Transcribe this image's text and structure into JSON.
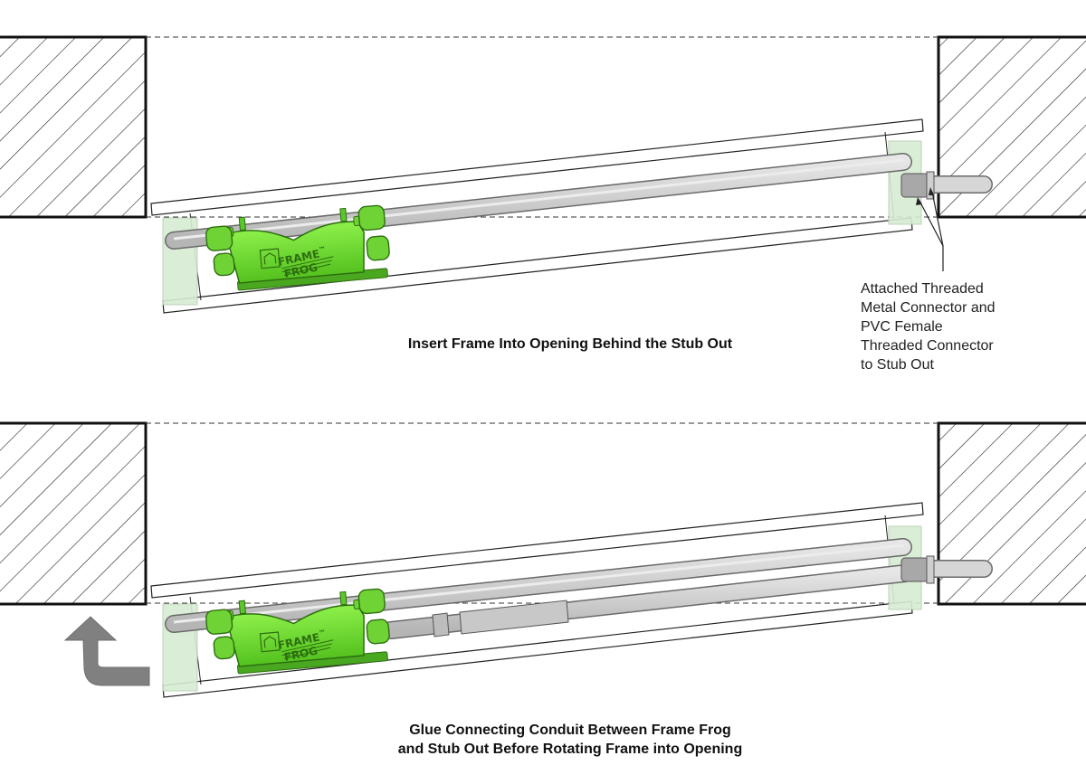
{
  "captions": {
    "step1": "Insert Frame Into Opening Behind the Stub Out",
    "step2_line1": "Glue Connecting Conduit Between Frame Frog",
    "step2_line2": "and Stub Out Before Rotating Frame into Opening"
  },
  "callout": {
    "lines": [
      "Attached Threaded",
      "Metal Connector and",
      "PVC Female",
      "Threaded Connector",
      "to Stub Out"
    ]
  },
  "logo": {
    "word1": "FRAME",
    "word2": "FROG",
    "trademark": "™"
  },
  "colors": {
    "frog_green": "#7be03a",
    "frog_dark": "#3f9a1c",
    "conduit": "#cfcfcf",
    "bracket": "#d7ecd2",
    "arrow": "#808080"
  },
  "icons": {
    "rotate_arrow": "curved-arrow-icon"
  }
}
